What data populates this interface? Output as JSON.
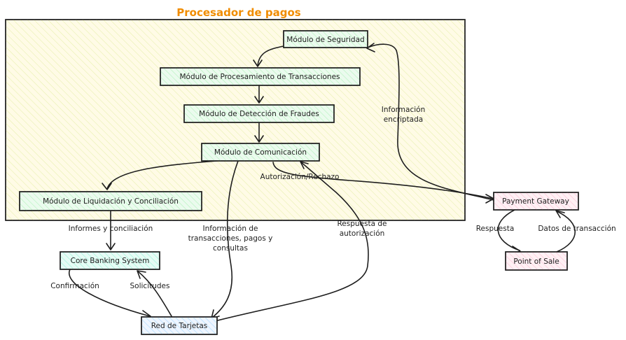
{
  "title": "Procesador de pagos",
  "colors": {
    "title": "#f08c00",
    "stroke": "#1e1e1e",
    "processor_fill": "#fffbe6",
    "processor_hatch": "#e8f0b0",
    "module_fill": "#ebfbee",
    "module_hatch": "#b2f2bb",
    "gateway_fill": "#fff0f4",
    "gateway_hatch": "#fcc2d7",
    "core_fill": "#e6fcf5",
    "core_hatch": "#96f2d7",
    "cards_fill": "#eef5ff",
    "cards_hatch": "#a5d8ff"
  },
  "nodes": {
    "seguridad": "Módulo de Seguridad",
    "procesamiento": "Módulo de Procesamiento de Transacciones",
    "fraudes": "Módulo de Detección de Fraudes",
    "comunicacion": "Módulo de Comunicación",
    "liquidacion": "Módulo de Liquidación y Conciliación",
    "gateway": "Payment Gateway",
    "pos": "Point of Sale",
    "core": "Core Banking System",
    "red": "Red de Tarjetas"
  },
  "edges": {
    "encriptada_1": "Información",
    "encriptada_2": "encriptada",
    "autorizacion": "Autorización/Rechazo",
    "informes": "Informes y conciliación",
    "info_1": "Información de",
    "info_2": "transacciones, pagos y",
    "info_3": "consultas",
    "respuesta_aut_1": "Respuesta de",
    "respuesta_aut_2": "autorización",
    "respuesta": "Respuesta",
    "datos": "Datos de transacción",
    "confirmacion": "Confirmación",
    "solicitudes": "Solicitudes"
  }
}
